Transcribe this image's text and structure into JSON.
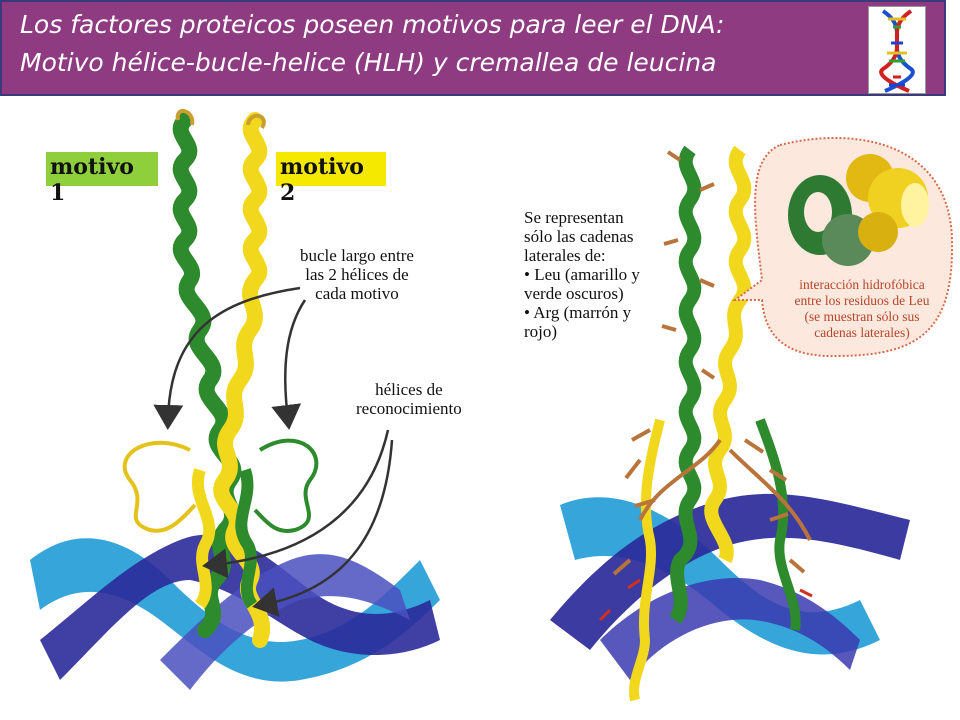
{
  "header": {
    "title_line1": "Los factores proteicos poseen motivos para leer el DNA:",
    "title_line2": "Motivo hélice-bucle-helice (HLH) y cremallea de leucina",
    "background": "#8e3b82",
    "logo_icon": "dna-double-helix-icon"
  },
  "left_figure": {
    "motivo1_label": "motivo 1",
    "motivo2_label": "motivo 2",
    "motivo1_color": "#8fcf3c",
    "motivo2_color": "#f6e900",
    "loop_note": [
      "bucle largo entre",
      "las 2 hélices de",
      "cada motivo"
    ],
    "helix_note": [
      "hélices de",
      "reconocimiento"
    ]
  },
  "right_figure": {
    "side_note": [
      "Se representan",
      "sólo las cadenas",
      "laterales de:",
      "• Leu (amarillo y",
      "   verde oscuros)",
      "• Arg (marrón y",
      "   rojo)"
    ],
    "callout": [
      "interacción hidrofóbica",
      "entre los residuos de Leu",
      "(se muestran sólo sus",
      "cadenas laterales)"
    ]
  },
  "colors": {
    "green_helix": "#2d8a2d",
    "yellow_helix": "#f2d81c",
    "dna_dark": "#2a2a9a",
    "dna_light": "#2aa0d8",
    "arg_brown": "#b8743a"
  }
}
